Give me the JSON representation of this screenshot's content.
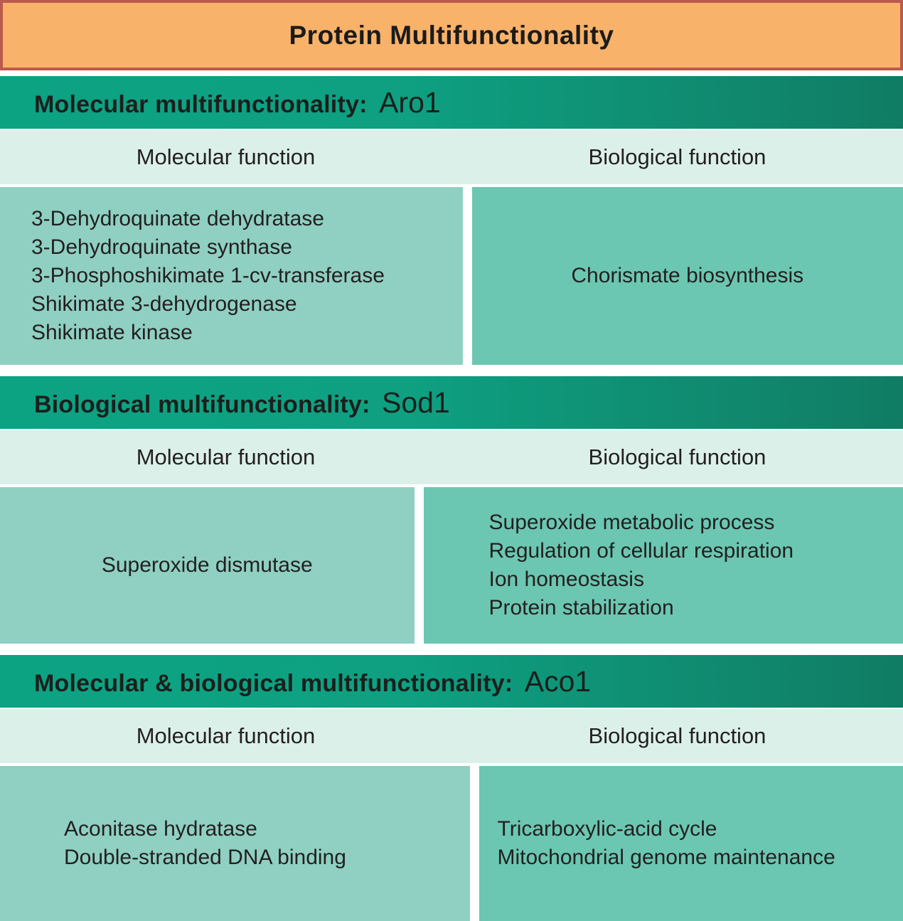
{
  "header": {
    "title": "Protein Multifunctionality"
  },
  "column_headers": {
    "molecular": "Molecular function",
    "biological": "Biological function"
  },
  "sections": [
    {
      "label": "Molecular multifunctionality:",
      "protein": "Aro1",
      "molecular_function": [
        "3-Dehydroquinate dehydratase",
        "3-Dehydroquinate synthase",
        "3-Phosphoshikimate 1-cv-transferase",
        "Shikimate 3-dehydrogenase",
        "Shikimate kinase"
      ],
      "biological_function": [
        "Chorismate biosynthesis"
      ]
    },
    {
      "label": "Biological multifunctionality:",
      "protein": "Sod1",
      "molecular_function": [
        "Superoxide dismutase"
      ],
      "biological_function": [
        "Superoxide metabolic process",
        "Regulation of cellular respiration",
        "Ion homeostasis",
        "Protein stabilization"
      ]
    },
    {
      "label": "Molecular & biological multifunctionality:",
      "protein": "Aco1",
      "molecular_function": [
        "Aconitase hydratase",
        "Double-stranded DNA binding"
      ],
      "biological_function": [
        "Tricarboxylic-acid cycle",
        "Mitochondrial genome maintenance"
      ]
    }
  ],
  "colors": {
    "orange": "#F9B26A",
    "orange_border": "#BA5B4E",
    "bar_gradient_start": "#0CA383",
    "bar_gradient_end": "#0F7C63",
    "pale_header": "#DCF0EA",
    "cell_light": "#8FD0C2",
    "cell_dark": "#6BC7B1",
    "text": "#231F20"
  }
}
